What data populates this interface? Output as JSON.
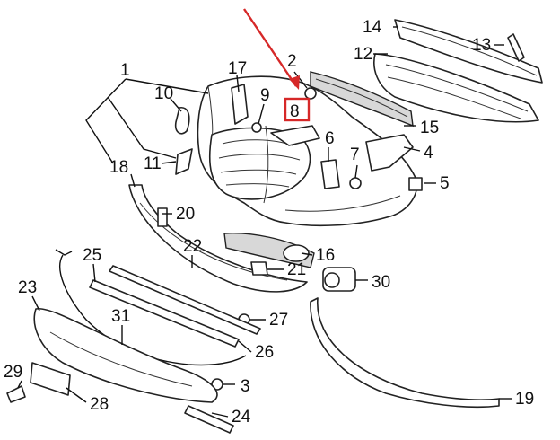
{
  "diagram": {
    "callouts": [
      {
        "id": "c1",
        "label": "1"
      },
      {
        "id": "c2",
        "label": "2"
      },
      {
        "id": "c3",
        "label": "3"
      },
      {
        "id": "c4",
        "label": "4"
      },
      {
        "id": "c5",
        "label": "5"
      },
      {
        "id": "c6",
        "label": "6"
      },
      {
        "id": "c7",
        "label": "7"
      },
      {
        "id": "c8",
        "label": "8"
      },
      {
        "id": "c9",
        "label": "9"
      },
      {
        "id": "c10",
        "label": "10"
      },
      {
        "id": "c11",
        "label": "11"
      },
      {
        "id": "c12",
        "label": "12"
      },
      {
        "id": "c13",
        "label": "13"
      },
      {
        "id": "c14",
        "label": "14"
      },
      {
        "id": "c15",
        "label": "15"
      },
      {
        "id": "c16",
        "label": "16"
      },
      {
        "id": "c17",
        "label": "17"
      },
      {
        "id": "c18",
        "label": "18"
      },
      {
        "id": "c19",
        "label": "19"
      },
      {
        "id": "c20",
        "label": "20"
      },
      {
        "id": "c21",
        "label": "21"
      },
      {
        "id": "c22",
        "label": "22"
      },
      {
        "id": "c23",
        "label": "23"
      },
      {
        "id": "c24",
        "label": "24"
      },
      {
        "id": "c25",
        "label": "25"
      },
      {
        "id": "c26",
        "label": "26"
      },
      {
        "id": "c27",
        "label": "27"
      },
      {
        "id": "c28",
        "label": "28"
      },
      {
        "id": "c29",
        "label": "29"
      },
      {
        "id": "c30",
        "label": "30"
      },
      {
        "id": "c31",
        "label": "31"
      }
    ],
    "highlighted_callout": "8",
    "colors": {
      "highlight": "#d62828",
      "line": "#222222"
    }
  }
}
